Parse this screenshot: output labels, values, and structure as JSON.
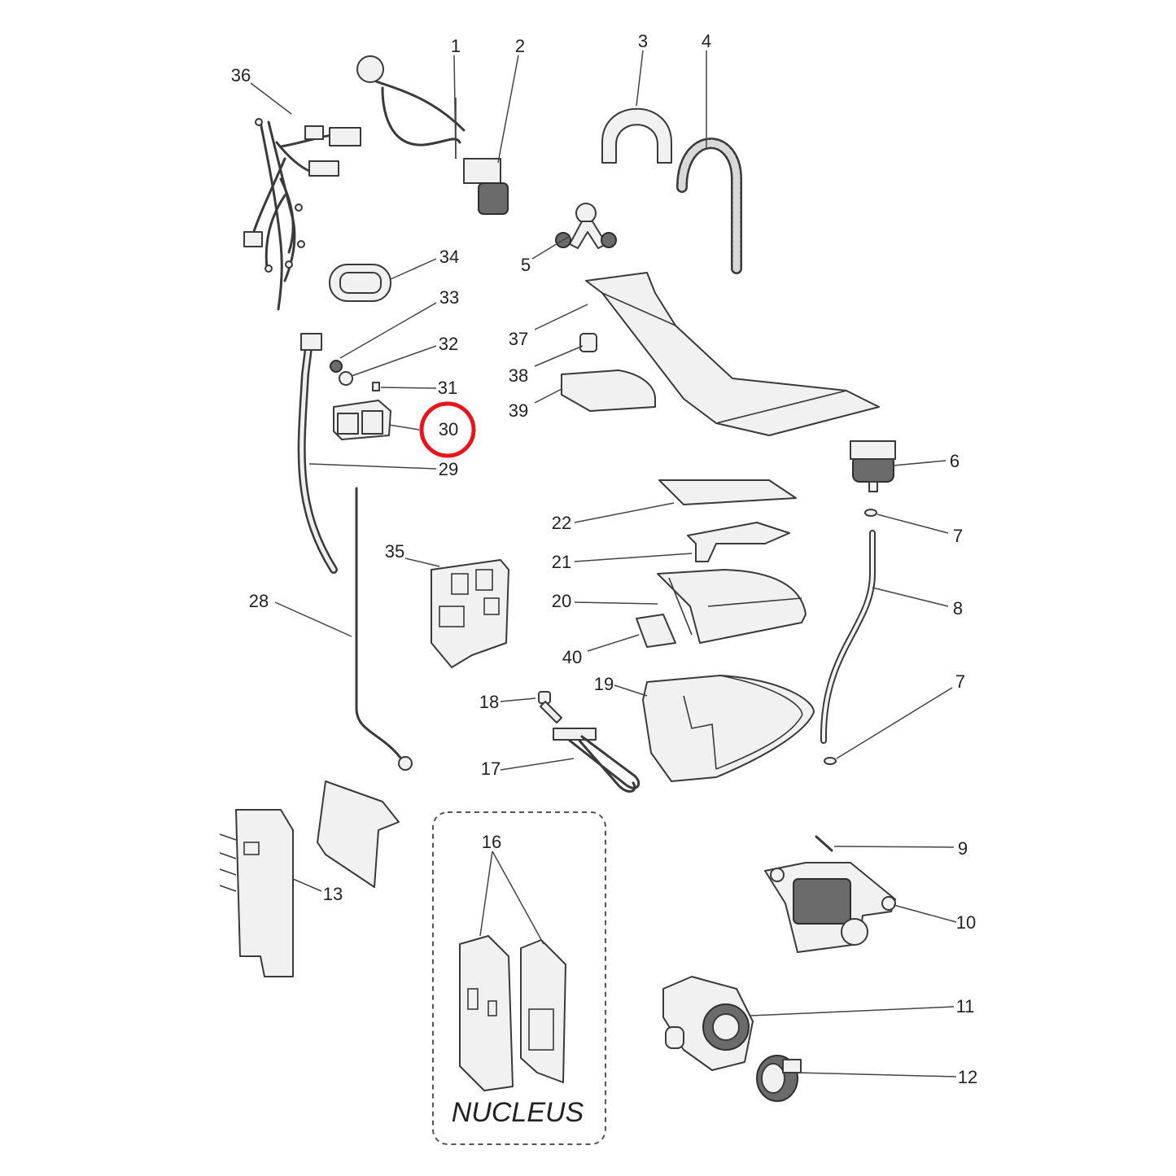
{
  "callouts": [
    "1",
    "2",
    "3",
    "4",
    "5",
    "6",
    "7",
    "8",
    "7",
    "9",
    "10",
    "11",
    "12",
    "13",
    "16",
    "17",
    "18",
    "19",
    "20",
    "21",
    "22",
    "28",
    "29",
    "30",
    "31",
    "32",
    "33",
    "34",
    "35",
    "36",
    "37",
    "38",
    "39",
    "40"
  ],
  "group_label": "NUCLEUS",
  "highlighted_part": "30",
  "highlight_color": "#e8141c"
}
